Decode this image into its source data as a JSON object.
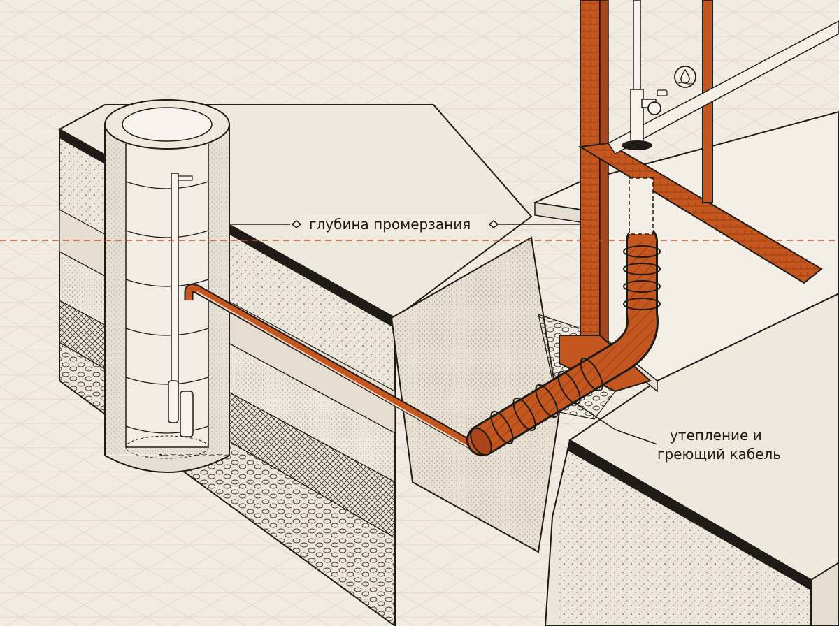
{
  "labels": {
    "frost_depth": "глубина промерзания",
    "insulation_line1": "утепление и",
    "insulation_line2": "греющий кабель"
  },
  "icons": {
    "faucet": "water-drop-icon"
  },
  "colors": {
    "background": "#f1ebe1",
    "ink": "#1f1b18",
    "pipe_orange": "#c4561f",
    "frost_line": "#c4561f",
    "soil_light": "#ece5d9",
    "sand": "#e7dfd2"
  }
}
